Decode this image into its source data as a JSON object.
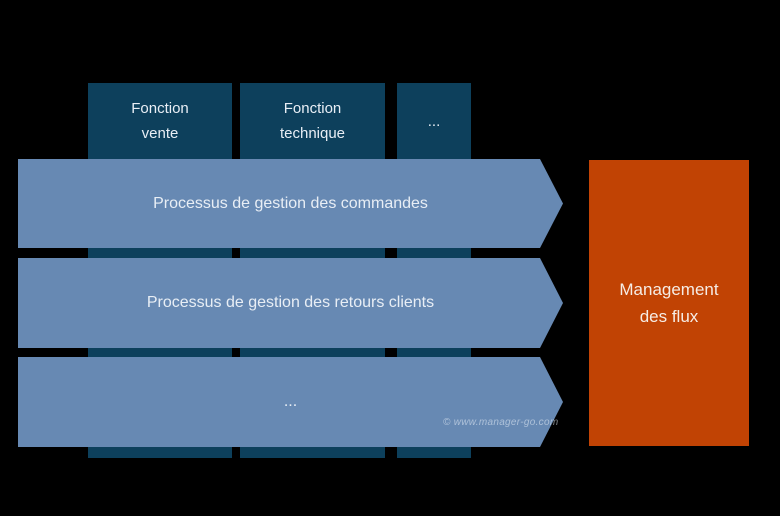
{
  "diagram": {
    "columns": [
      {
        "label": "Fonction\nvente"
      },
      {
        "label": "Fonction\ntechnique"
      },
      {
        "label": "..."
      }
    ],
    "arrows": [
      {
        "label": "Processus de gestion des commandes"
      },
      {
        "label": "Processus de gestion des retours clients"
      },
      {
        "label": "..."
      }
    ],
    "management": {
      "label": "Management\ndes flux"
    },
    "watermark": "© www.manager-go.com",
    "colors": {
      "background": "#000000",
      "column": "#0d405c",
      "arrow": "#6789b3",
      "management": "#c14304",
      "text": "#e8eef5"
    }
  }
}
